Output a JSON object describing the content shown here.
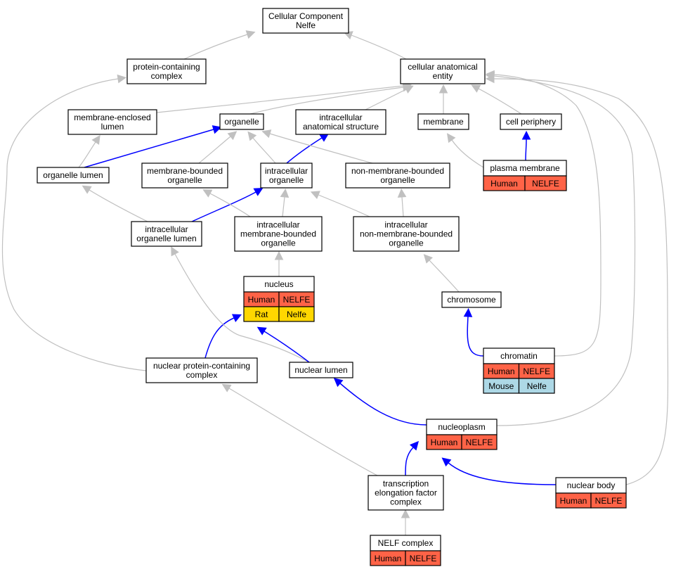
{
  "colors": {
    "edge_is_a": "#c0c0c0",
    "edge_part_of": "#0000ff",
    "human": "#ff6347",
    "rat": "#ffd700",
    "mouse": "#add8e6",
    "node_fill": "#ffffff",
    "node_stroke": "#000000"
  },
  "nodes": {
    "root": [
      "Cellular Component",
      "Nelfe"
    ],
    "protein_complex": [
      "protein-containing",
      "complex"
    ],
    "cae": [
      "cellular anatomical",
      "entity"
    ],
    "mel": [
      "membrane-enclosed",
      "lumen"
    ],
    "organelle": [
      "organelle"
    ],
    "ias": [
      "intracellular",
      "anatomical structure"
    ],
    "membrane": [
      "membrane"
    ],
    "cell_periphery": [
      "cell periphery"
    ],
    "organelle_lumen": [
      "organelle lumen"
    ],
    "mbo": [
      "membrane-bounded",
      "organelle"
    ],
    "io": [
      "intracellular",
      "organelle"
    ],
    "nmbo": [
      "non-membrane-bounded",
      "organelle"
    ],
    "plasma_membrane": [
      "plasma membrane"
    ],
    "iol": [
      "intracellular",
      "organelle lumen"
    ],
    "imbo": [
      "intracellular",
      "membrane-bounded",
      "organelle"
    ],
    "inmbo": [
      "intracellular",
      "non-membrane-bounded",
      "organelle"
    ],
    "nucleus": [
      "nucleus"
    ],
    "chromosome": [
      "chromosome"
    ],
    "chromatin": [
      "chromatin"
    ],
    "npcc": [
      "nuclear protein-containing",
      "complex"
    ],
    "nuclear_lumen": [
      "nuclear lumen"
    ],
    "nucleoplasm": [
      "nucleoplasm"
    ],
    "tefc": [
      "transcription",
      "elongation factor",
      "complex"
    ],
    "nuclear_body": [
      "nuclear body"
    ],
    "nelf_complex": [
      "NELF complex"
    ]
  },
  "annotations": {
    "plasma_membrane": [
      [
        "Human",
        "NELFE"
      ]
    ],
    "nucleus": [
      [
        "Human",
        "NELFE"
      ],
      [
        "Rat",
        "Nelfe"
      ]
    ],
    "chromatin": [
      [
        "Human",
        "NELFE"
      ],
      [
        "Mouse",
        "Nelfe"
      ]
    ],
    "nucleoplasm": [
      [
        "Human",
        "NELFE"
      ]
    ],
    "nuclear_body": [
      [
        "Human",
        "NELFE"
      ]
    ],
    "nelf_complex": [
      [
        "Human",
        "NELFE"
      ]
    ]
  },
  "edges": [
    {
      "from": "protein_complex",
      "to": "root",
      "type": "is_a"
    },
    {
      "from": "cae",
      "to": "root",
      "type": "is_a"
    },
    {
      "from": "mel",
      "to": "cae",
      "type": "is_a"
    },
    {
      "from": "organelle",
      "to": "cae",
      "type": "is_a"
    },
    {
      "from": "ias",
      "to": "cae",
      "type": "is_a"
    },
    {
      "from": "membrane",
      "to": "cae",
      "type": "is_a"
    },
    {
      "from": "cell_periphery",
      "to": "cae",
      "type": "is_a"
    },
    {
      "from": "organelle_lumen",
      "to": "mel",
      "type": "is_a"
    },
    {
      "from": "organelle_lumen",
      "to": "organelle",
      "type": "part_of"
    },
    {
      "from": "mbo",
      "to": "organelle",
      "type": "is_a"
    },
    {
      "from": "io",
      "to": "organelle",
      "type": "is_a"
    },
    {
      "from": "io",
      "to": "ias",
      "type": "part_of"
    },
    {
      "from": "nmbo",
      "to": "organelle",
      "type": "is_a"
    },
    {
      "from": "plasma_membrane",
      "to": "membrane",
      "type": "is_a"
    },
    {
      "from": "plasma_membrane",
      "to": "cell_periphery",
      "type": "part_of"
    },
    {
      "from": "iol",
      "to": "organelle_lumen",
      "type": "is_a"
    },
    {
      "from": "iol",
      "to": "io",
      "type": "part_of"
    },
    {
      "from": "imbo",
      "to": "mbo",
      "type": "is_a"
    },
    {
      "from": "imbo",
      "to": "io",
      "type": "is_a"
    },
    {
      "from": "inmbo",
      "to": "io",
      "type": "is_a"
    },
    {
      "from": "inmbo",
      "to": "nmbo",
      "type": "is_a"
    },
    {
      "from": "nucleus",
      "to": "imbo",
      "type": "is_a"
    },
    {
      "from": "chromosome",
      "to": "inmbo",
      "type": "is_a"
    },
    {
      "from": "chromatin",
      "to": "chromosome",
      "type": "part_of"
    },
    {
      "from": "chromatin",
      "to": "cae",
      "type": "is_a"
    },
    {
      "from": "npcc",
      "to": "protein_complex",
      "type": "is_a"
    },
    {
      "from": "npcc",
      "to": "nucleus",
      "type": "part_of"
    },
    {
      "from": "nuclear_lumen",
      "to": "iol",
      "type": "is_a"
    },
    {
      "from": "nuclear_lumen",
      "to": "nucleus",
      "type": "part_of"
    },
    {
      "from": "nucleoplasm",
      "to": "nuclear_lumen",
      "type": "part_of"
    },
    {
      "from": "nucleoplasm",
      "to": "cae",
      "type": "is_a"
    },
    {
      "from": "tefc",
      "to": "npcc",
      "type": "is_a"
    },
    {
      "from": "tefc",
      "to": "nucleoplasm",
      "type": "part_of"
    },
    {
      "from": "nuclear_body",
      "to": "nucleoplasm",
      "type": "part_of"
    },
    {
      "from": "nuclear_body",
      "to": "cae",
      "type": "is_a"
    },
    {
      "from": "nelf_complex",
      "to": "tefc",
      "type": "is_a"
    }
  ]
}
